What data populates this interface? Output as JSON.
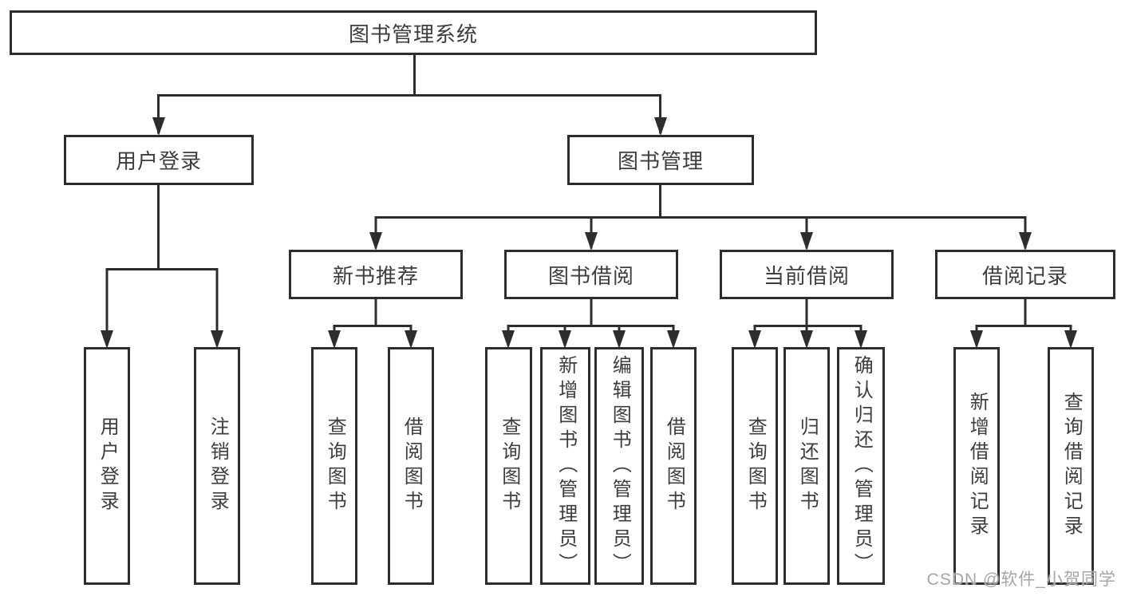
{
  "diagram": {
    "root": {
      "label": "图书管理系统"
    },
    "branches": [
      {
        "label": "用户登录",
        "children": [
          {
            "label": "用户登录"
          },
          {
            "label": "注销登录"
          }
        ]
      },
      {
        "label": "图书管理",
        "children": [
          {
            "label": "新书推荐",
            "children": [
              {
                "label": "查询图书"
              },
              {
                "label": "借阅图书"
              }
            ]
          },
          {
            "label": "图书借阅",
            "children": [
              {
                "label": "查询图书"
              },
              {
                "label": "新增图书（管理员）"
              },
              {
                "label": "编辑图书（管理员）"
              },
              {
                "label": "借阅图书"
              }
            ]
          },
          {
            "label": "当前借阅",
            "children": [
              {
                "label": "查询图书"
              },
              {
                "label": "归还图书"
              },
              {
                "label": "确认归还（管理员）"
              }
            ]
          },
          {
            "label": "借阅记录",
            "children": [
              {
                "label": "新增借阅记录"
              },
              {
                "label": "查询借阅记录"
              }
            ]
          }
        ]
      }
    ]
  },
  "watermark": {
    "text": "CSDN @软件_小贺同学"
  },
  "colors": {
    "line": "#2d2d2d",
    "box_border": "#2d2d2d",
    "box_background": "#ffffff",
    "text": "#3d3d3d",
    "watermark": "#a6a6a6"
  }
}
